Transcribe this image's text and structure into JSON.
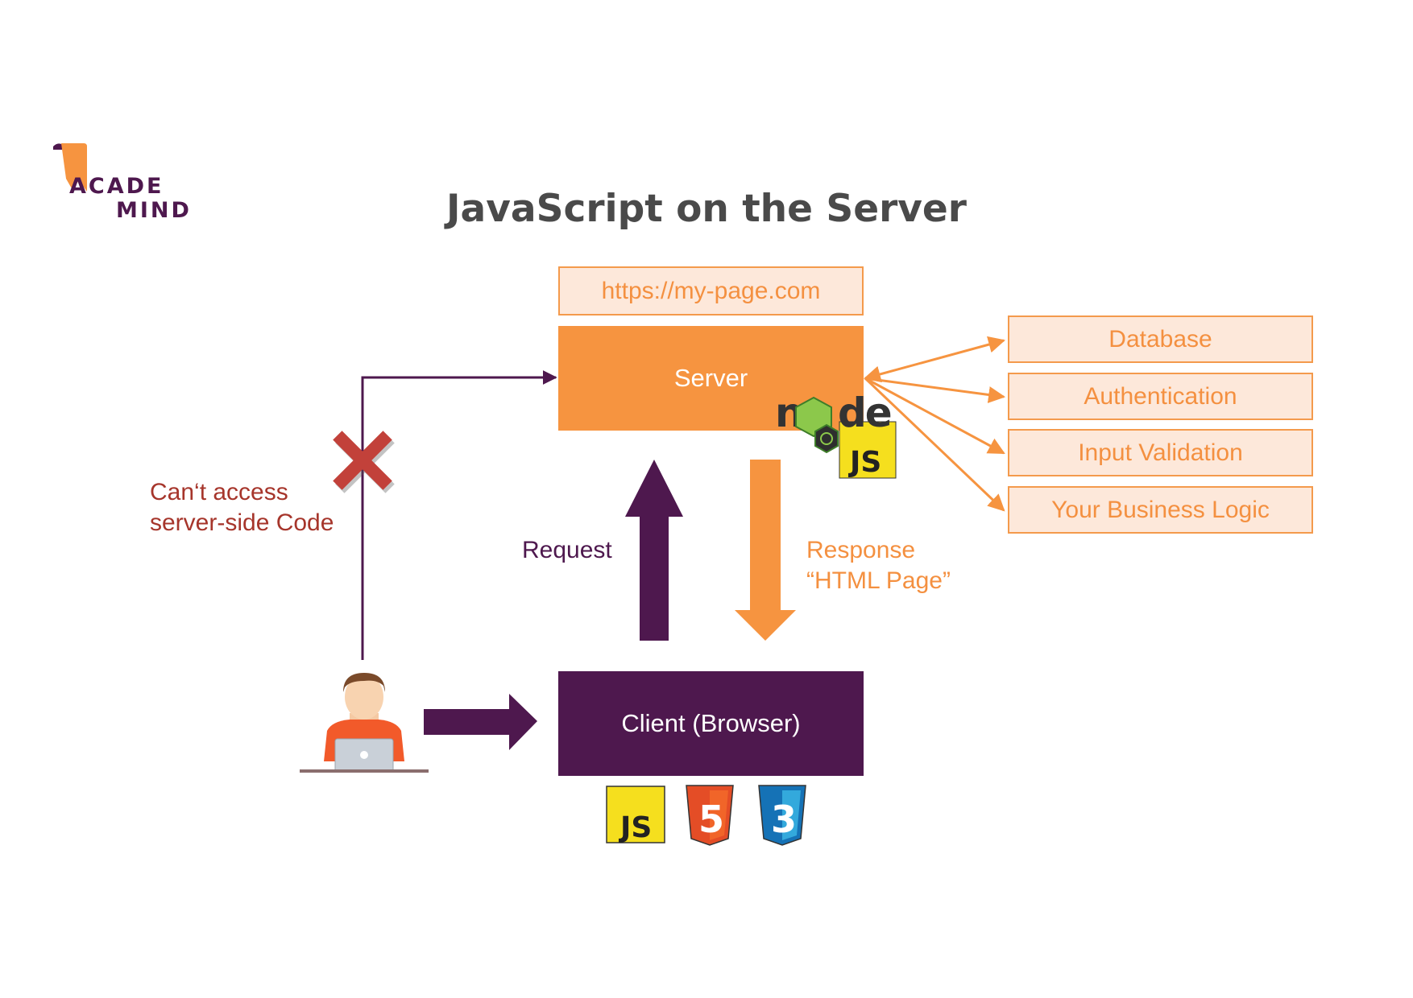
{
  "logo": {
    "line1": "ACADE",
    "line2": "MIND"
  },
  "title": "JavaScript on the Server",
  "url": "https://my-page.com",
  "server": "Server",
  "client": "Client (Browser)",
  "services": [
    "Database",
    "Authentication",
    "Input Validation",
    "Your Business Logic"
  ],
  "request_label": "Request",
  "response_label": [
    "Response",
    "“HTML Page”"
  ],
  "cant_access": [
    "Can‘t access",
    "server-side Code"
  ],
  "badges": {
    "node_js": "JS",
    "client_js": "JS",
    "html5": "5",
    "css3": "3"
  },
  "colors": {
    "orange": "#f69440",
    "purple": "#4e184e",
    "light_orange": "#fde8da",
    "red": "#a6352b"
  },
  "icons": [
    "user-with-laptop-icon",
    "nodejs-logo-icon",
    "javascript-logo-icon",
    "html5-logo-icon",
    "css3-logo-icon",
    "cross-mark-icon"
  ]
}
